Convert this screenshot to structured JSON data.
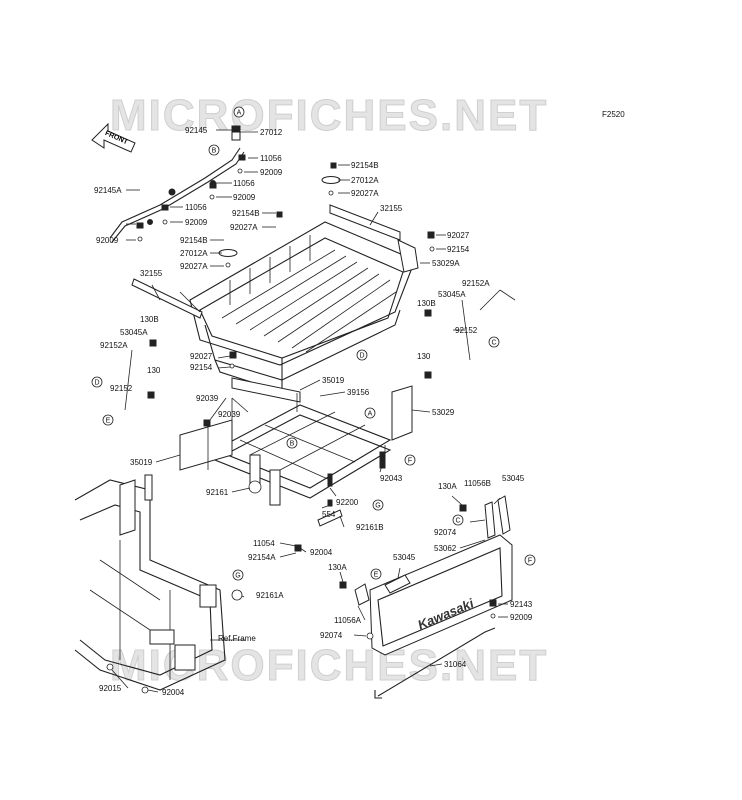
{
  "watermark": "MICROFICHES.NET",
  "figure_code": "F2520",
  "front_arrow": "FRONT",
  "brand_text": "Kawasaki",
  "ref_label": "Ref.Frame",
  "callouts": [
    "A",
    "B",
    "C",
    "D",
    "E",
    "F",
    "G"
  ],
  "labels": [
    "92145",
    "27012",
    "11056",
    "92009",
    "92145A",
    "11056",
    "92009",
    "11056",
    "92009",
    "92009",
    "92154B",
    "27012A",
    "92027A",
    "92154B",
    "92027A",
    "92154B",
    "27012A",
    "92027A",
    "32155",
    "92027",
    "92154",
    "53029A",
    "92152A",
    "32155",
    "130B",
    "53045A",
    "92152",
    "130B",
    "53045A",
    "92152A",
    "92027",
    "92154",
    "130",
    "92152",
    "130",
    "35019",
    "39156",
    "92039",
    "92039",
    "53029",
    "35019",
    "92043",
    "92161",
    "92200",
    "554",
    "130A",
    "11056B",
    "53045",
    "92074",
    "53062",
    "92161B",
    "11054",
    "92154A",
    "92004",
    "130A",
    "53045",
    "92161A",
    "92143",
    "11056A",
    "92009",
    "92074",
    "31064",
    "92015",
    "92004"
  ]
}
